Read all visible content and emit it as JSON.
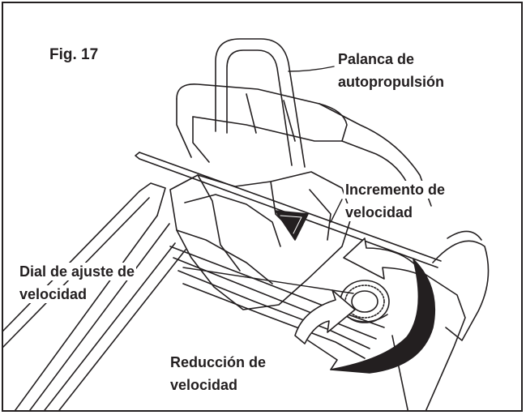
{
  "figure": {
    "label": "Fig. 17"
  },
  "labels": {
    "lever": {
      "line1": "Palanca de",
      "line2": "autopropulsión"
    },
    "speed_increase": {
      "line1": "Incremento de",
      "line2": "velocidad"
    },
    "speed_dial": {
      "line1": "Dial de ajuste de",
      "line2": "velocidad"
    },
    "speed_decrease": {
      "line1": "Reducción de",
      "line2": "velocidad"
    }
  },
  "colors": {
    "ink": "#231f20",
    "background": "#ffffff"
  }
}
